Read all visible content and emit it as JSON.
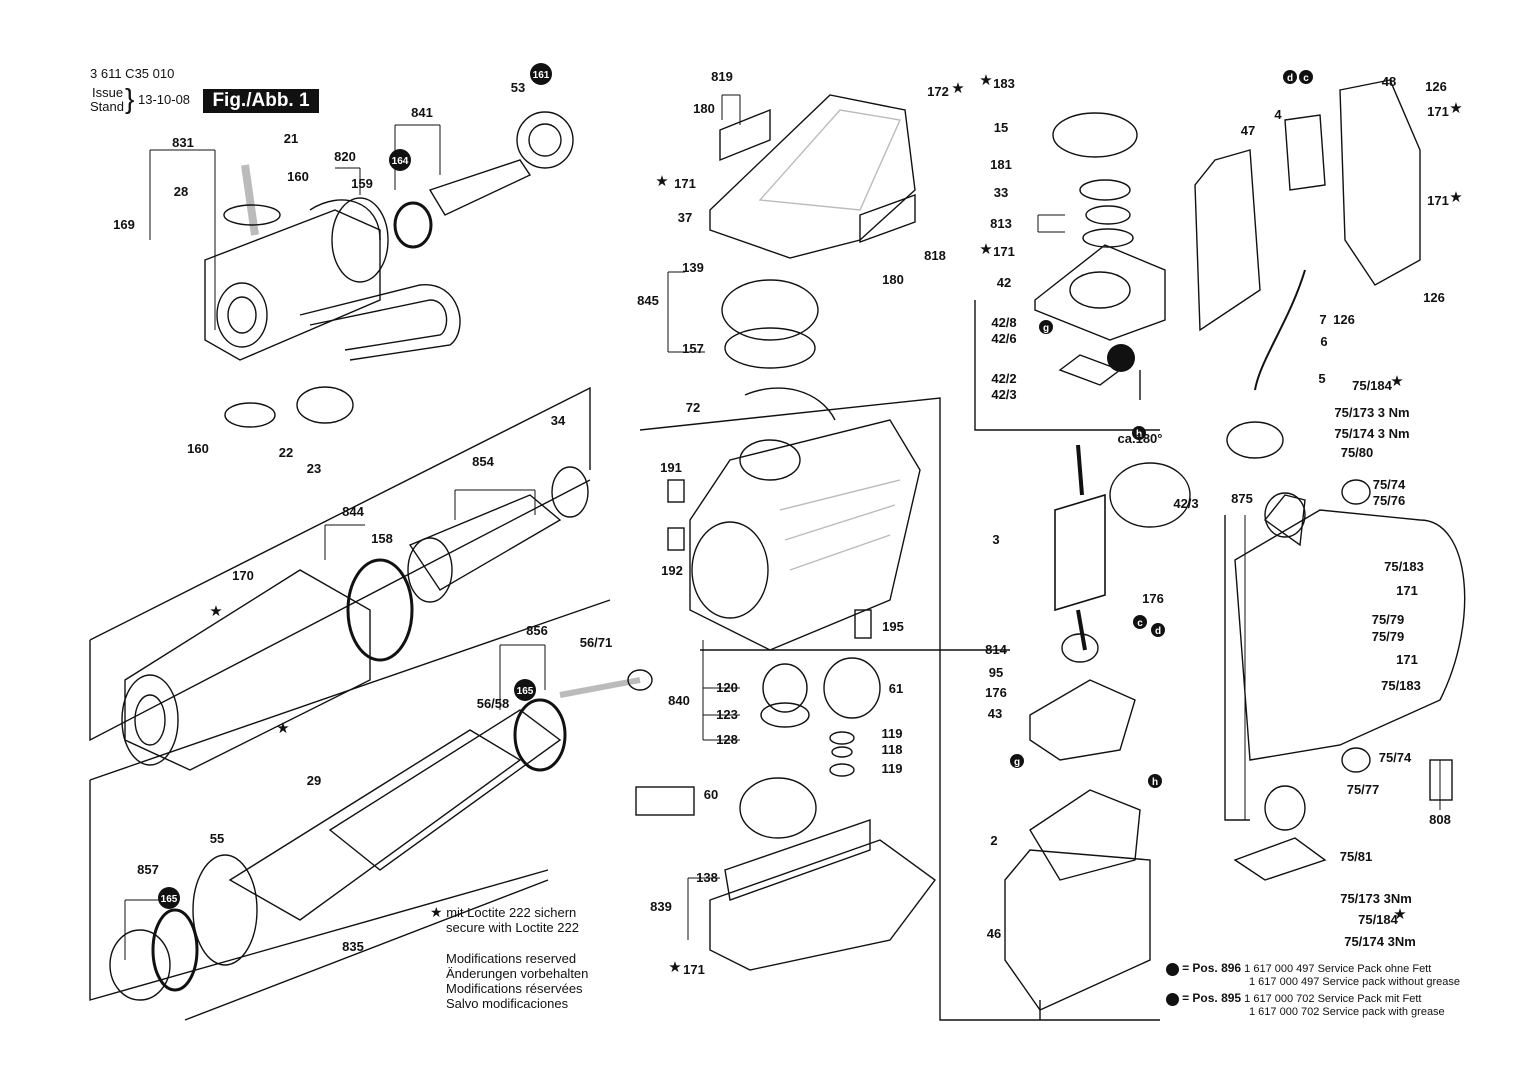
{
  "header": {
    "doc_number": "3 611 C35 010",
    "issue_label": "Issue",
    "stand_label": "Stand",
    "date": "13-10-08",
    "figure": "Fig./Abb. 1"
  },
  "notes": {
    "loctite": [
      "mit Loctite 222 sichern",
      "secure with Loctite 222"
    ],
    "modifications": [
      "Modifications reserved",
      "Änderungen vorbehalten",
      "Modifications réservées",
      "Salvo modificaciones"
    ]
  },
  "service_packs": [
    {
      "pos": "= Pos. 896",
      "line1": "1 617 000 497 Service Pack ohne Fett",
      "line2": "1 617 000 497 Service pack without grease"
    },
    {
      "pos": "= Pos. 895",
      "line1": "1 617 000 702 Service Pack mit Fett",
      "line2": "1 617 000 702 Service pack with grease"
    }
  ],
  "marker_circles": [
    "161",
    "164",
    "165",
    "165"
  ],
  "letter_circles": [
    "d",
    "c",
    "g",
    "h",
    "c",
    "d",
    "g",
    "h"
  ],
  "part_labels": [
    "831",
    "28",
    "169",
    "820",
    "159",
    "841",
    "21",
    "160",
    "53",
    "160",
    "22",
    "23",
    "854",
    "34",
    "844",
    "158",
    "170",
    "856",
    "56/71",
    "56/58",
    "29",
    "55",
    "857",
    "835",
    "819",
    "180",
    "171",
    "37",
    "172",
    "180",
    "818",
    "139",
    "845",
    "157",
    "72",
    "191",
    "192",
    "195",
    "840",
    "120",
    "61",
    "123",
    "128",
    "119",
    "118",
    "119",
    "60",
    "138",
    "839",
    "171",
    "183",
    "15",
    "181",
    "33",
    "813",
    "171",
    "42",
    "42/8",
    "42/6",
    "42/2",
    "42/3",
    "ca.180°",
    "42/3",
    "3",
    "176",
    "814",
    "95",
    "176",
    "43",
    "2",
    "46",
    "47",
    "4",
    "48",
    "126",
    "171",
    "171",
    "126",
    "7",
    "126",
    "6",
    "5",
    "75/184",
    "75/173 3 Nm",
    "75/174 3 Nm",
    "75/80",
    "875",
    "75/74",
    "75/76",
    "75/183",
    "171",
    "75/79",
    "75/79",
    "171",
    "75/183",
    "75/74",
    "75/77",
    "808",
    "75/81",
    "75/173 3Nm",
    "75/184",
    "75/174 3Nm"
  ],
  "icon": "star-icon",
  "colors": {
    "ink": "#111111",
    "paper": "#ffffff",
    "shade": "#bbbbbb"
  }
}
